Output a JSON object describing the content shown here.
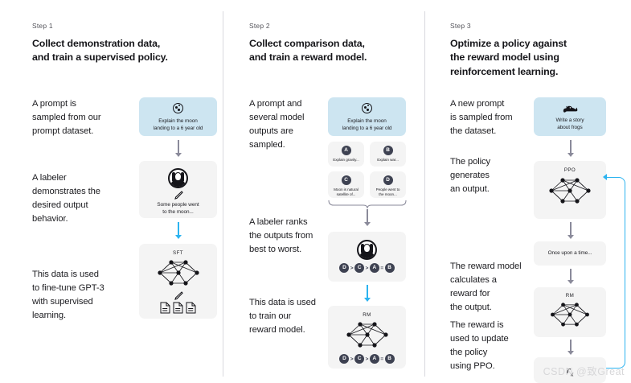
{
  "columns": [
    {
      "step_label": "Step 1",
      "title": "Collect demonstration data,\nand train a supervised policy.",
      "captions": [
        "A prompt is\nsampled from our\nprompt dataset.",
        "A labeler\ndemonstrates the\ndesired output\nbehavior.",
        "This data is used\nto fine-tune GPT-3\nwith supervised\nlearning."
      ],
      "prompt_card": {
        "icon": "moon-icon",
        "text": "Explain the moon\nlanding to a 6 year old",
        "color": "#cde5f1"
      },
      "labeler_card": {
        "icon": "labeler-avatar-icon",
        "text": "Some people went\nto the moon..."
      },
      "sft_card": {
        "label": "SFT",
        "icon": "neural-network-icon",
        "docs_icon": "documents-icon"
      }
    },
    {
      "step_label": "Step 2",
      "title": "Collect comparison data,\nand train a reward model.",
      "captions": [
        "A prompt and\nseveral model\noutputs are\nsampled.",
        "A labeler ranks\nthe outputs from\nbest to worst.",
        "This data is used\nto train our\nreward model."
      ],
      "prompt_card": {
        "icon": "moon-icon",
        "text": "Explain the moon\nlanding to a 6 year old",
        "color": "#cde5f1"
      },
      "options": [
        {
          "letter": "A",
          "text": "Explain gravity..."
        },
        {
          "letter": "B",
          "text": "Explain war..."
        },
        {
          "letter": "C",
          "text": "Moon is natural\nsatellite of..."
        },
        {
          "letter": "D",
          "text": "People went to\nthe moon..."
        }
      ],
      "ranking_card": {
        "icon": "labeler-avatar-icon",
        "ranking": [
          "D",
          ">",
          "C",
          ">",
          "A",
          "=",
          "B"
        ]
      },
      "rm_card": {
        "label": "RM",
        "icon": "neural-network-icon",
        "ranking": [
          "D",
          ">",
          "C",
          ">",
          "A",
          "=",
          "B"
        ]
      }
    },
    {
      "step_label": "Step 3",
      "title": "Optimize a policy against\nthe reward model using\nreinforcement learning.",
      "captions": [
        "A new prompt\nis sampled from\nthe dataset.",
        "The policy\ngenerates\nan output.",
        "The reward model\ncalculates a\nreward for\nthe output.",
        "The reward is\nused to update\nthe policy\nusing PPO."
      ],
      "prompt_card": {
        "icon": "frog-icon",
        "text": "Write a story\nabout frogs",
        "color": "#cde5f1"
      },
      "ppo_card": {
        "label": "PPO",
        "icon": "neural-network-icon"
      },
      "output_card": {
        "text": "Once upon a time..."
      },
      "rm_card": {
        "label": "RM",
        "icon": "neural-network-icon"
      },
      "reward_card": {
        "text": "r",
        "subscript": "k"
      }
    }
  ],
  "watermark": "CSDN @致Great",
  "colors": {
    "prompt_blue": "#cde5f1",
    "card_gray": "#f4f4f4",
    "arrow_gray": "#8a8a9a",
    "arrow_blue": "#2bb3f0",
    "pill_dark": "#3e4252"
  }
}
